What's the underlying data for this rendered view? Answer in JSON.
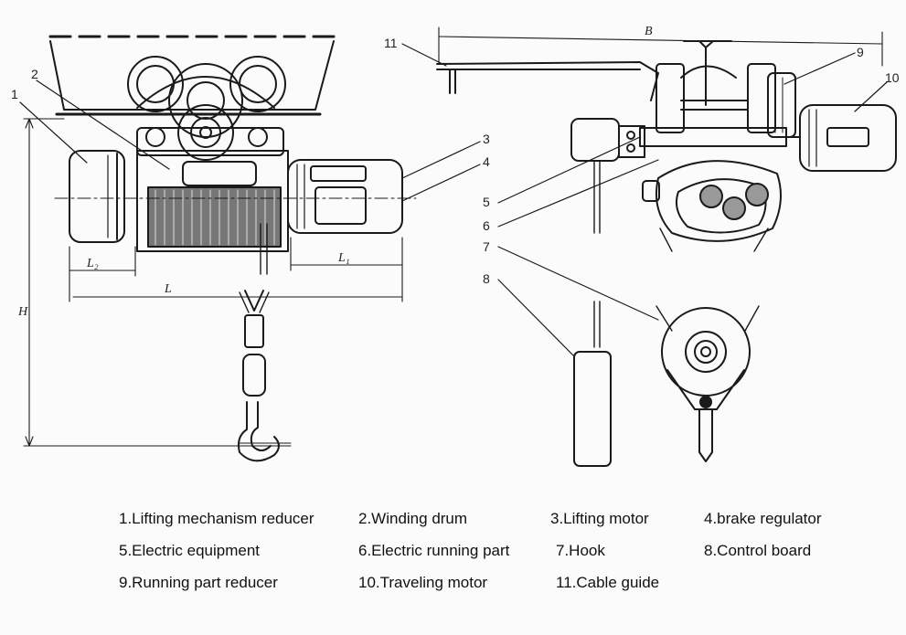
{
  "callouts": {
    "n1": "1",
    "n2": "2",
    "n3": "3",
    "n4": "4",
    "n5": "5",
    "n6": "6",
    "n7": "7",
    "n8": "8",
    "n9": "9",
    "n10": "10",
    "n11": "11"
  },
  "dimensions": {
    "h": "H",
    "l": "L",
    "l1": "L₁",
    "l2": "L₂",
    "b": "B"
  },
  "legend": {
    "items": [
      "1.Lifting mechanism reducer",
      "2.Winding drum",
      "3.Lifting motor",
      "4.brake regulator",
      "5.Electric equipment",
      "6.Electric running part",
      "7.Hook",
      "8.Control board",
      "9.Running part reducer",
      "10.Traveling motor",
      "11.Cable guide"
    ]
  },
  "colors": {
    "ink": "#1a1a1a",
    "background": "#fbfbfb"
  }
}
